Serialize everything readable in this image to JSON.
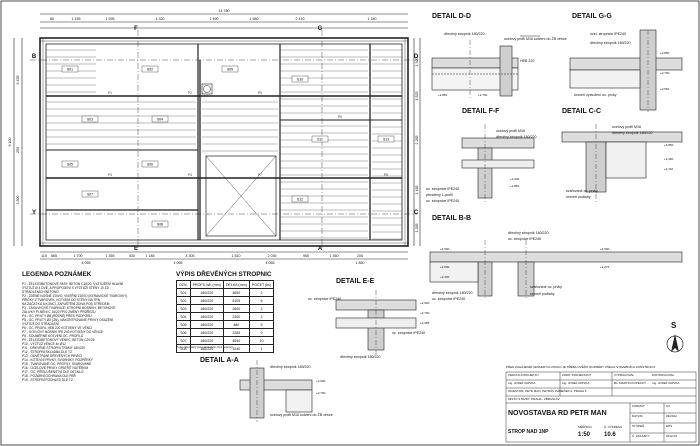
{
  "plan": {
    "dim_top_total": "14 780",
    "dim_top": [
      "80",
      "1 155",
      "1 595",
      "4 320",
      "1 490",
      "1 580",
      "2 410",
      "1 180"
    ],
    "dim_bottom": [
      "115",
      "565",
      "1 700",
      "1 355",
      "530",
      "1 185",
      "4 305",
      "1 510",
      "2 035",
      "965",
      "1 360",
      "205"
    ],
    "dim_bottom2": [
      "4 055",
      "4 055",
      "4 055",
      "1 850"
    ],
    "dim_left_total": "9 100",
    "dim_left": [
      "3 455",
      "250",
      "3 500"
    ],
    "dim_right": [
      "1 320",
      "1 525",
      "2 285",
      "1 485",
      "1 285"
    ],
    "section_marks": {
      "b": "B",
      "y": "Y",
      "d": "D",
      "c": "C",
      "f": "F",
      "g": "G",
      "e": "E",
      "a": "A"
    },
    "beam_tags": [
      "S01",
      "S02",
      "S03",
      "S04",
      "S05",
      "S06",
      "S07",
      "S08",
      "S09",
      "S10",
      "S11",
      "S12",
      "S13"
    ],
    "post_tags": [
      "P1",
      "P2",
      "P3",
      "P4",
      "P5",
      "P6",
      "P7",
      "P8"
    ]
  },
  "details": {
    "dd": {
      "title": "DETAIL D-D",
      "notes": [
        "dřevěný stropník 180/220",
        "ocelový profil M16 kotvení do ŽB věnce",
        "HEB 220"
      ],
      "levels": [
        "+2,850",
        "+2,700"
      ]
    },
    "gg": {
      "title": "DETAIL G-G",
      "notes": [
        "ocel. stropnice IPE240",
        "dřevěný stropník 180/220",
        "úroveň vyztužení oc. prvky"
      ],
      "levels": [
        "+2,850",
        "+2,700",
        "+2,560"
      ]
    },
    "ff": {
      "title": "DETAIL F-F",
      "notes": [
        "ocelový profil M16",
        "dřevěný stropník 180/220",
        "oc. stropnice IPE240",
        "přivařený L-profil",
        "oc. stropnice IPE240"
      ],
      "levels": [
        "+2,900",
        "+2,850"
      ]
    },
    "cc": {
      "title": "DETAIL C-C",
      "notes": [
        "ocelový profil M16",
        "dřevěný stropník 180/220",
        "svařované oc. prvky",
        "úroveň podlahy"
      ],
      "levels": [
        "+2,850",
        "+2,300",
        "+2,110"
      ]
    },
    "bb": {
      "title": "DETAIL B-B",
      "notes": [
        "dřevěný stropník 180/220",
        "oc. stropnice IPE240",
        "svařované oc. prvky",
        "dřevěný stropník 180/220",
        "oc. stropnice IPE240",
        "úroveň podlahy"
      ],
      "levels": [
        "+2,900",
        "+2,600",
        "+2,400",
        "+2,275",
        "+2,900"
      ]
    },
    "ee": {
      "title": "DETAIL E-E",
      "notes": [
        "oc. stropnice IPE240",
        "oc. stropnice IPE240",
        "dřevěný stropník 180/220"
      ],
      "levels": [
        "+2,900",
        "+2,700",
        "+2,485"
      ]
    },
    "aa": {
      "title": "DETAIL A-A",
      "notes": [
        "dřevěný stropník 180/220",
        "ocelový profil M16 kotvení do ŽB věnce"
      ],
      "levels": [
        "+2,900",
        "+2,700"
      ]
    }
  },
  "legend": {
    "title": "LEGENDA POZNÁMEK",
    "lines": [
      "P1 - ŽELEZOBETONOVÉ PASY, BETON C16/20, VYZTUŽENÍ HLAVNÍ",
      "      VÝZTUŽ Ø 4 DVĚ, A PROPOJENÍ S VÝZTUŽÍ STĚNY 10 ZD",
      "      STŘADLENÍCH BETONŮ",
      "P2 - ZDĚNÉ NOSNÉ ZDIVO, VNITŘNÍ ZDIVO (KERAMICKÉ TVAROVKY)",
      "      PŘÍČKY Z TVAROVEK, KOTVENÍ DO STĚNY NA TRN",
      "      NA ZAČÁTKU A KONCI, ZAPUŠTĚNÍ ZDIVA POD STŘEDEM",
      "P3 - ZÁSUVKOVÉ TVÁRNICE: STROPNÍ NOSNÍKY, BETONOVÉ",
      "      ZÁLIVKY PLNĚNÍ C 16/20 PRO ZMĚNY PRŮŘEZU",
      "P4 - OC. PRUTY Ø8 (RŮZNĚ) PŘES PODPORU",
      "P5 - OC. PRUTY Ø2 (ZN), NAKONTROVANÉ PRVKY OSAZENÍ",
      "      VÝZTUŽ DO STŘADLENÍ",
      "P6 - OC. PROFIL HEB 220 KOTVENÝ VE VĚNCI",
      "P7 - OCELOVÝ NOSNÍK IPE 240 KOTVENÝ DO VĚNCE",
      "P8 - SOUMĚRNÉ KOTVENÍ OC. PROFILŮ",
      "P9 - ŽELEZOBETONOVÝ VĚNEC, BETON C20/25",
      "P10 - VÝZTUŽ VĚNCE 4x Ø12",
      "P11 - DŘEVĚNÉ STROPNÍ TRÁMY 180/220",
      "P12 - STROPNÍ SKLADBA DLE TZ",
      "P13 - ODVĚTRÁNÍ DŘEVĚNÝCH PRVKŮ",
      "P14 - KOTEVNÍ PRVKY, SVORNÍKY, ROZPĚRKY",
      "P15 - TVAROVANÉ OC. PROFILY, SVAROVANÉ",
      "P16 - OCELOVÉ PRVKY OPATŘIT NÁTĚREM",
      "P17 - OC. PŘÍSLUŠENSTVÍ DLE DETAILŮ",
      "P18 - POŽÁRNÍ OCHRANA DLE PBŘ",
      "P19 - STROPNÍ PODHLED DLE TZ"
    ]
  },
  "timber_table": {
    "title": "VÝPIS DŘEVĚNÝCH STROPNIC",
    "headers": [
      "OZN.",
      "PROFIL b/h (mm)",
      "DÉLKA (mm)",
      "POČET (ks)"
    ],
    "rows": [
      [
        "S01",
        "180/220",
        "4650",
        "2"
      ],
      [
        "S02",
        "180/220",
        "5105",
        "6"
      ],
      [
        "S03",
        "180/220",
        "2600",
        "3"
      ],
      [
        "S04",
        "180/220",
        "2300",
        "3"
      ],
      [
        "S05",
        "180/220",
        "480",
        "5"
      ],
      [
        "S06",
        "180/220",
        "2285",
        "9"
      ],
      [
        "S07",
        "180/220",
        "4540",
        "10"
      ],
      [
        "S08",
        "180/220",
        "1240",
        "1"
      ]
    ],
    "footnote": "Pozn. Rozměry jsou skutečné, bez rezervy"
  },
  "north_arrow": "S",
  "title_block": {
    "notes_top": "PŘED ZAHÁJENÍM VEŠKERÝCH PRACÍ JE TŘEBA OVĚŘIT ROZMĚRY VŠECH STAVEBNÍCH KONSTRUKCÍ",
    "rows": [
      [
        "VEDOUCÍ PROJEKTU",
        "ZODP. PROJEKTANT"
      ],
      [
        "Ing. JOSEF KRIVKA",
        "Ing. JOSEF KRIVKA"
      ],
      [
        "VYPRACOVAL",
        "KONTROLOVAL"
      ],
      [
        "Bc. MARTIN KOPECKÝ",
        "Ing. JOSEF KRIVKA"
      ]
    ],
    "investor": "INVESTOR: PETR MAN, PETRŮV ZÁMEČEK 6, PRAHA 5",
    "location": "MÍSTO STAVBY: PRAHA - ZBRASLAV",
    "project": "NOVOSTAVBA RD PETR MAN",
    "drawing": "STROP NAD 1NP",
    "meta_labels": [
      "FORMÁT",
      "DATUM",
      "STUPEŇ",
      "Č. ZAKÁZKY",
      "MĚŘÍTKO",
      "Č. VÝKRESU"
    ],
    "meta_values": [
      "A3",
      "03/2012",
      "DPS",
      "2012-03",
      "1:50",
      "10.6"
    ],
    "scale": "1:50",
    "sheet_no": "10.6"
  }
}
